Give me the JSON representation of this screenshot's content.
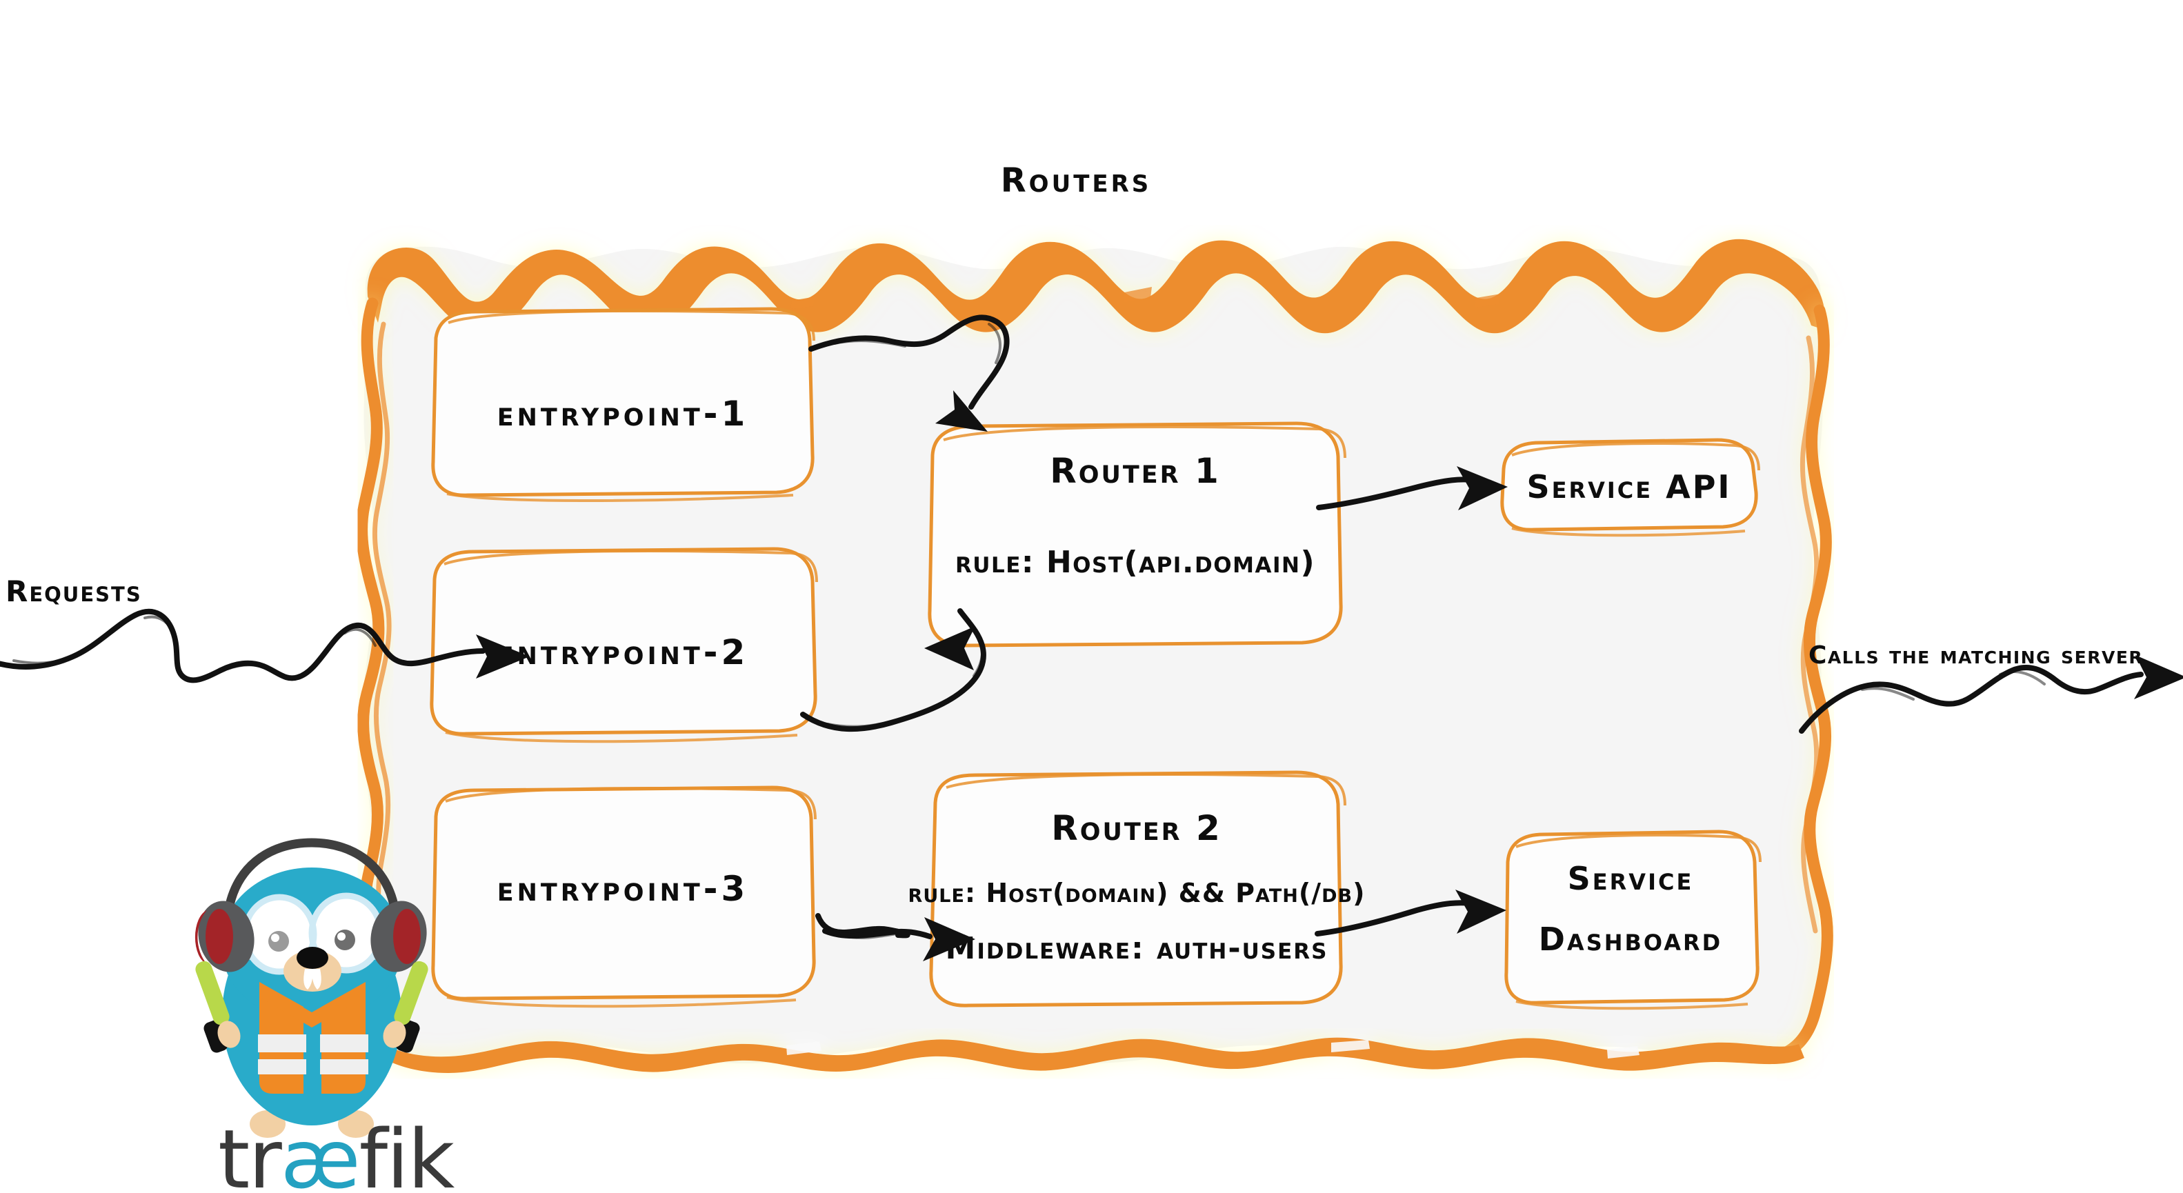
{
  "diagram": {
    "title": "Routers",
    "panel_fill": "#f5f5f5",
    "accent_orange": "#ED8D2E",
    "ink": "#111111"
  },
  "left_label": {
    "text": "Requests",
    "arrow_icon": "wavy-arrow-right-icon"
  },
  "right_label": {
    "text": "Calls the matching server",
    "arrow_icon": "wavy-arrow-right-icon"
  },
  "entrypoints": [
    {
      "label": "entrypoint-1"
    },
    {
      "label": "entrypoint-2"
    },
    {
      "label": "entrypoint-3"
    }
  ],
  "routers": [
    {
      "name": "Router 1",
      "lines": [
        "rule: Host(api.domain)"
      ]
    },
    {
      "name": "Router 2",
      "lines": [
        "rule: Host(domain) && Path(/db)",
        "Middleware: auth-users"
      ]
    }
  ],
  "services": [
    {
      "lines": [
        "Service API"
      ]
    },
    {
      "lines": [
        "Service",
        "Dashboard"
      ]
    }
  ],
  "connectors": [
    {
      "from": "entrypoint-1",
      "to": "Router 1",
      "icon": "sketch-arrow-icon"
    },
    {
      "from": "entrypoint-2",
      "to": "Router 1",
      "icon": "sketch-arrow-icon"
    },
    {
      "from": "entrypoint-3",
      "to": "Router 2",
      "icon": "sketch-arrow-icon"
    },
    {
      "from": "Router 1",
      "to": "Service API",
      "icon": "sketch-arrow-icon"
    },
    {
      "from": "Router 2",
      "to": "Service Dashboard",
      "icon": "sketch-arrow-icon"
    }
  ],
  "logo": {
    "wordmark_pre": "tr",
    "wordmark_mid": "æ",
    "wordmark_post": "fik",
    "mascot_icon": "traefik-gopher-mascot-icon",
    "colors": {
      "body": "#29ABCA",
      "vest": "#F08A24",
      "stripe": "#EFEFEF",
      "headphone_gray": "#58595B",
      "headphone_red": "#A82226",
      "baton": "#B8D84A",
      "muzzle": "#F2D0A4",
      "wordmark_dark": "#3A3A3A",
      "wordmark_cyan": "#24A1C1"
    }
  }
}
